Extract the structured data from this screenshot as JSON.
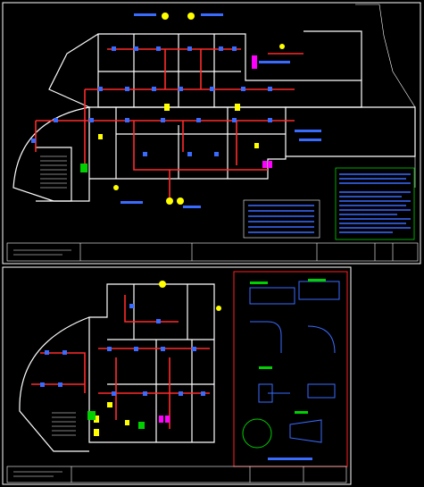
{
  "sheets": [
    {
      "id": "sheet-1",
      "title_block": {
        "project": "",
        "drawing": "",
        "scale": "",
        "sheet": ""
      }
    },
    {
      "id": "sheet-2",
      "title_block": {
        "project": "",
        "drawing": "",
        "scale": "",
        "sheet": ""
      }
    }
  ],
  "colors": {
    "background": "#000000",
    "frame": "#ffffff",
    "walls": "#ffffff",
    "duct": "#ff2a2a",
    "diffuser": "#3a6bff",
    "label": "#ffff00",
    "callout": "#3a6bff",
    "equipment": "#00d000",
    "magenta_tag": "#ff00ff",
    "table_bg": "#0020a0",
    "detail_border": "#ff2020"
  },
  "legend_table": {
    "rows": 6,
    "cols": 5
  },
  "notes_block": {
    "lines": 15
  },
  "icons": [
    "fan-coil-unit-icon",
    "diffuser-icon",
    "grille-icon",
    "stair-icon",
    "equipment-icon"
  ]
}
